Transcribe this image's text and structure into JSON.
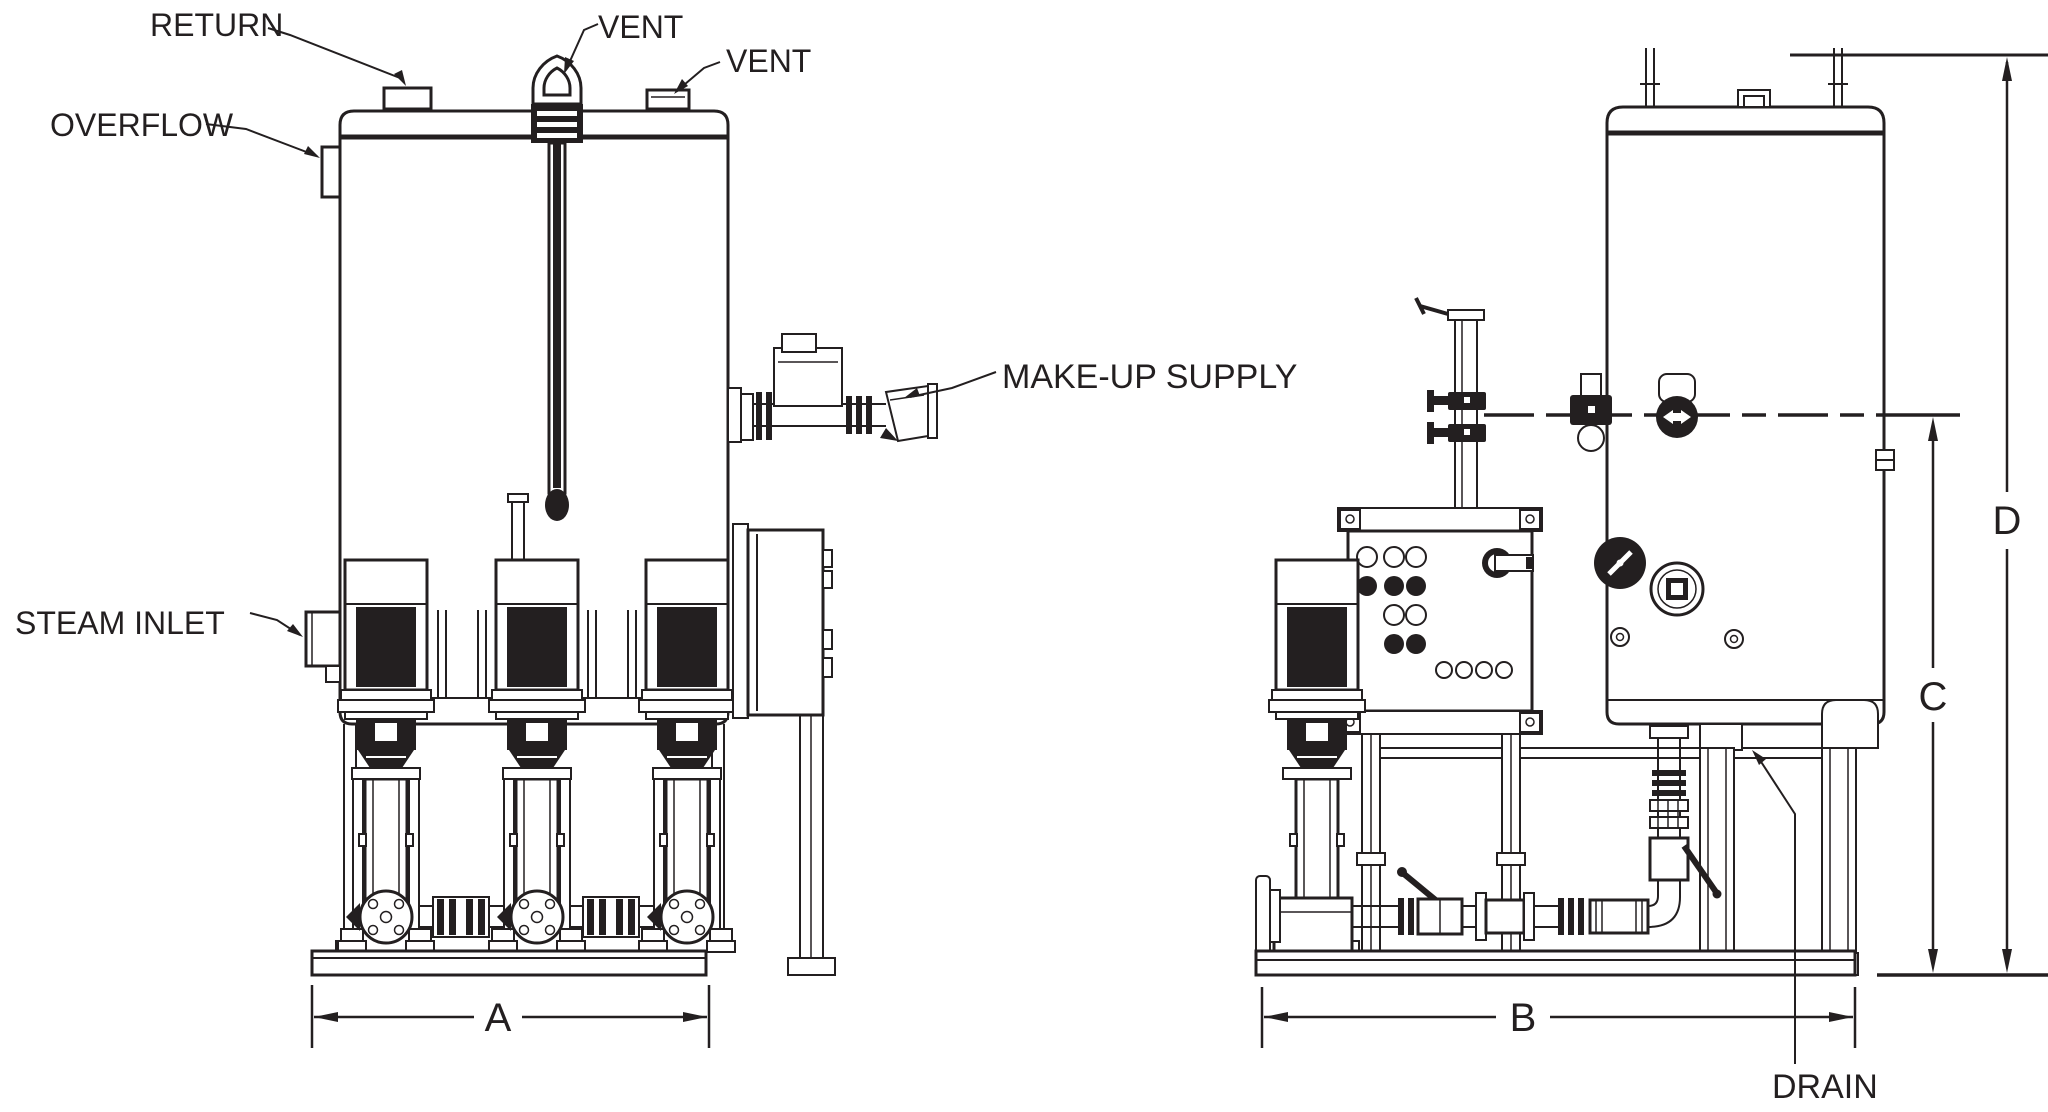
{
  "drawing": {
    "type": "technical-dimension-drawing",
    "subject": "boiler-feed unit / deaerator tank with vertical multistage pumps, front and side elevation",
    "colors": {
      "ink": "#231f20",
      "paper": "#ffffff"
    }
  },
  "front_view": {
    "callouts": {
      "return": "RETURN",
      "vent_lug": "VENT",
      "vent_fitting": "VENT",
      "overflow": "OVERFLOW",
      "steam_inlet": "STEAM INLET",
      "makeup_supply": "MAKE-UP SUPPLY"
    },
    "dimensions": {
      "base_width": "A"
    },
    "pump_count": 3
  },
  "side_view": {
    "callouts": {
      "drain": "DRAIN"
    },
    "dimensions": {
      "base_width": "B",
      "water_level_height": "C",
      "overall_height": "D"
    }
  }
}
